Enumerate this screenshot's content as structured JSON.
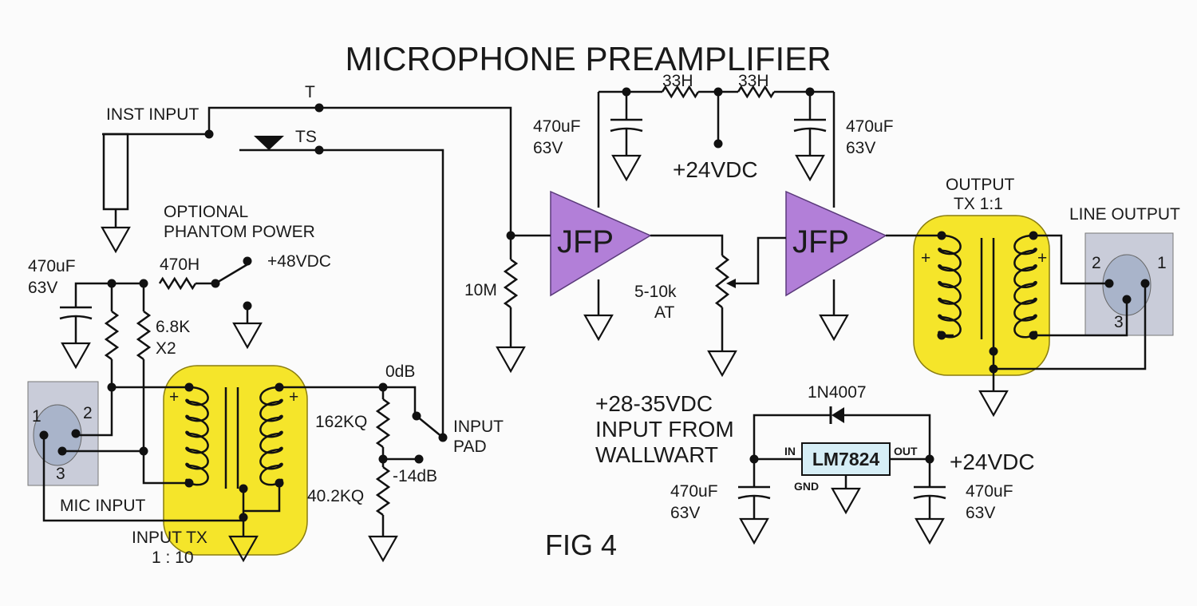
{
  "title": "MICROPHONE PREAMPLIFIER",
  "figure": "FIG 4",
  "colors": {
    "transformer": "#f5e52a",
    "amplifier": "#b27fd8",
    "connector": "#c9ccd9",
    "regulator": "#d6eef6"
  },
  "input_section": {
    "inst_input": "INST INPUT",
    "tip": "T",
    "tip_sleeve": "TS",
    "phantom_line1": "OPTIONAL",
    "phantom_line2": "PHANTOM POWER",
    "phantom_cap_value": "470uF",
    "phantom_cap_voltage": "63V",
    "phantom_resistor": "470H",
    "phantom_supply": "+48VDC",
    "bias_resistors_value": "6.8K",
    "bias_resistors_qty": "X2",
    "mic_input": "MIC INPUT",
    "mic_pins": [
      "1",
      "2",
      "3"
    ],
    "input_tx_line1": "INPUT TX",
    "input_tx_line2": "1 : 10",
    "pad_0db": "0dB",
    "pad_14db": "-14dB",
    "pad_r1": "162KQ",
    "pad_r2": "40.2KQ",
    "input_pad_line1": "INPUT",
    "input_pad_line2": "PAD"
  },
  "amp_section": {
    "bias_resistor": "10M",
    "amp1": "JFP",
    "amp2": "JFP",
    "pot_value": "5-10k",
    "pot_type": "AT",
    "filter_r1": "33H",
    "filter_r2": "33H",
    "rail": "+24VDC",
    "cap_left_value": "470uF",
    "cap_left_voltage": "63V",
    "cap_right_value": "470uF",
    "cap_right_voltage": "63V"
  },
  "output_section": {
    "output_tx_line1": "OUTPUT",
    "output_tx_line2": "TX 1:1",
    "line_output": "LINE OUTPUT",
    "pins": [
      "1",
      "2",
      "3"
    ]
  },
  "power_section": {
    "input_line1": "+28-35VDC",
    "input_line2": "INPUT FROM",
    "input_line3": "WALLWART",
    "diode": "1N4007",
    "regulator": "LM7824",
    "reg_in": "IN",
    "reg_out": "OUT",
    "reg_gnd": "GND",
    "output": "+24VDC",
    "cap_in_value": "470uF",
    "cap_in_voltage": "63V",
    "cap_out_value": "470uF",
    "cap_out_voltage": "63V"
  }
}
